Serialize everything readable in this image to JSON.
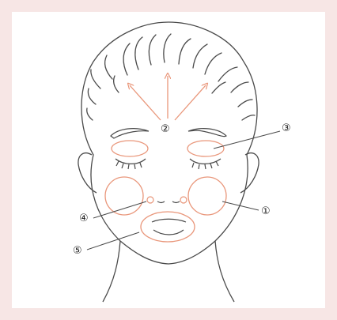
{
  "colors": {
    "background": "#f7e6e5",
    "panel": "#ffffff",
    "line": "#4a4a4a",
    "accent": "#e9967a"
  },
  "labels": {
    "one": "①",
    "two": "②",
    "three": "③",
    "four": "④",
    "five": "⑤"
  }
}
